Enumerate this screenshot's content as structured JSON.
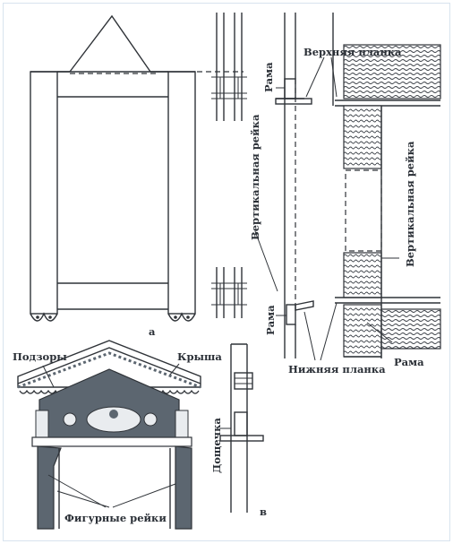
{
  "labels": {
    "upper_plank": "Верхняя планка",
    "frame_top": "Рама",
    "vertical_rail_mid": "Вертикальная рейка",
    "vertical_rail_right": "Вертикальная рейка",
    "frame_bottom": "Рама",
    "frame_right": "Рама",
    "lower_plank": "Нижняя планка",
    "podzory": "Подзоры",
    "roof": "Крыша",
    "board": "Дощечка",
    "figured_rails": "Фигурные рейки",
    "fig_a": "а",
    "fig_v": "в"
  },
  "colors": {
    "line": "#2f3338",
    "wood_fill": "#5c6670",
    "text": "#2a2f36",
    "border": "#d8e3ee"
  }
}
